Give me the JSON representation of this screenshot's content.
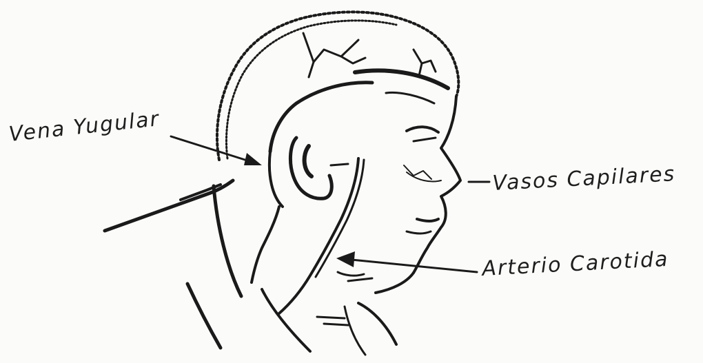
{
  "labels": {
    "vena_yugular": "Vena Yugular",
    "vasos_capilares": "Vasos Capilares",
    "arteria_carotida": "Arterio Carotida"
  },
  "colors": {
    "ink": "#1a1a1a",
    "paper": "#fbfbf9"
  }
}
